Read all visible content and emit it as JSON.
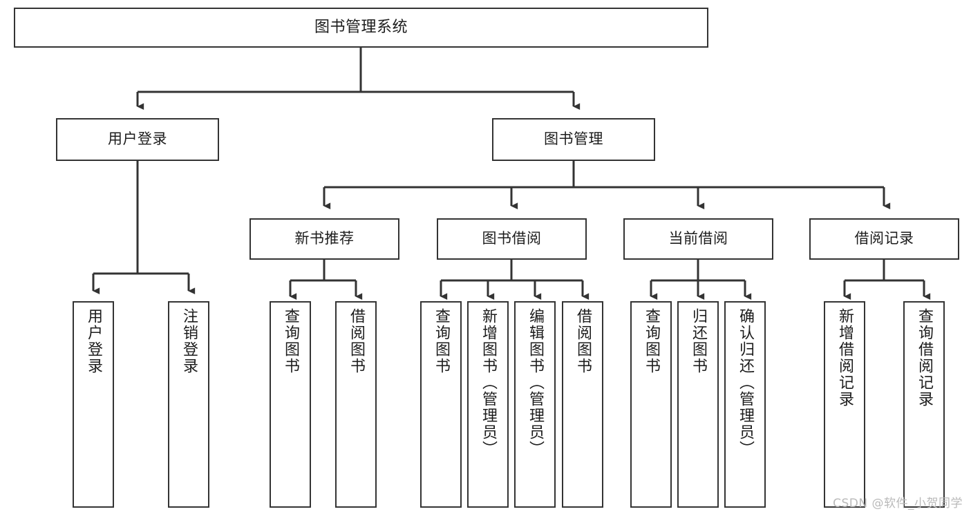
{
  "diagram": {
    "title": "图书管理系统",
    "type": "tree-hierarchy",
    "watermark": "CSDN @软件_小贺同学",
    "colors": {
      "box_border": "#333333",
      "box_fill": "#ffffff",
      "edge": "#333333",
      "text": "#1c1c1c",
      "watermark": "#b9b9b9"
    }
  },
  "nodes": {
    "root": {
      "label": "图书管理系统"
    },
    "level2": [
      {
        "id": "user-login",
        "label": "用户登录"
      },
      {
        "id": "book-manage",
        "label": "图书管理"
      }
    ],
    "level3": [
      {
        "id": "new-book-recommend",
        "label": "新书推荐"
      },
      {
        "id": "book-borrow",
        "label": "图书借阅"
      },
      {
        "id": "current-borrow",
        "label": "当前借阅"
      },
      {
        "id": "borrow-record",
        "label": "借阅记录"
      }
    ],
    "leaves": {
      "user_login": [
        {
          "id": "leaf-user-login",
          "label": "用户登录"
        },
        {
          "id": "leaf-logout-login",
          "label": "注销登录"
        }
      ],
      "new_book_recommend": [
        {
          "id": "leaf-query-book-1",
          "label": "查询图书"
        },
        {
          "id": "leaf-borrow-book-1",
          "label": "借阅图书"
        }
      ],
      "book_borrow": [
        {
          "id": "leaf-query-book-2",
          "label": "查询图书"
        },
        {
          "id": "leaf-add-book",
          "label": "新增图书（管理员）"
        },
        {
          "id": "leaf-edit-book",
          "label": "编辑图书（管理员）"
        },
        {
          "id": "leaf-borrow-book-2",
          "label": "借阅图书"
        }
      ],
      "current_borrow": [
        {
          "id": "leaf-query-book-3",
          "label": "查询图书"
        },
        {
          "id": "leaf-return-book",
          "label": "归还图书"
        },
        {
          "id": "leaf-confirm-return",
          "label": "确认归还（管理员）"
        }
      ],
      "borrow_record": [
        {
          "id": "leaf-add-borrow-record",
          "label": "新增借阅记录"
        },
        {
          "id": "leaf-query-borrow-record",
          "label": "查询借阅记录"
        }
      ]
    }
  }
}
